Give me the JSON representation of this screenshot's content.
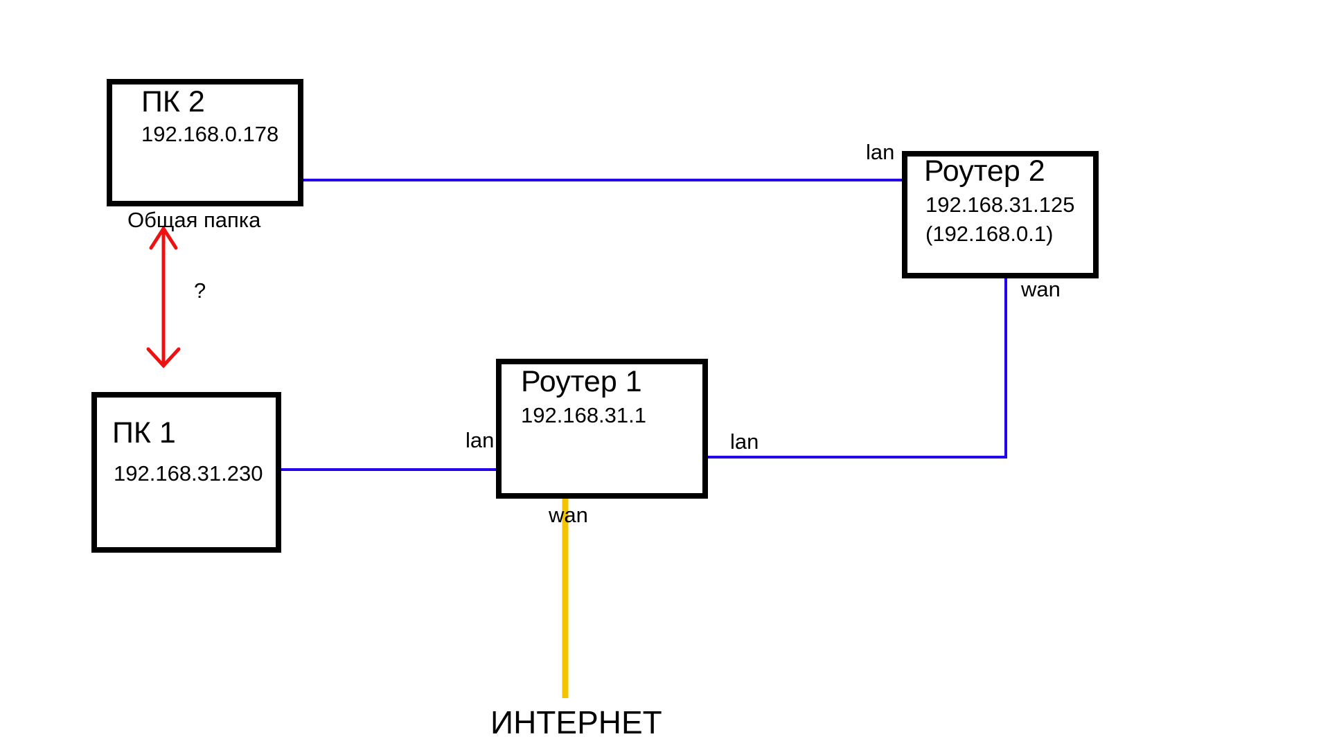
{
  "nodes": {
    "pc2": {
      "title": "ПК 2",
      "ip": "192.168.0.178",
      "share_label": "Общая папка"
    },
    "pc1": {
      "title": "ПК 1",
      "ip": "192.168.31.230"
    },
    "router1": {
      "title": "Роутер   1",
      "ip": "192.168.31.1"
    },
    "router2": {
      "title": "Роутер  2",
      "ip": "192.168.31.125",
      "ip_alt": "(192.168.0.1)"
    }
  },
  "ports": {
    "router2_lan": "lan",
    "router2_wan": "wan",
    "router1_lan_left": "lan",
    "router1_lan_right": "lan",
    "router1_wan": "wan"
  },
  "question_mark": "?",
  "internet_label": "ИНТЕРНЕТ",
  "colors": {
    "lan_link": "#2200ee",
    "internet_link": "#f5c400",
    "question_arrow": "#ee1111",
    "box_border": "#000000"
  }
}
